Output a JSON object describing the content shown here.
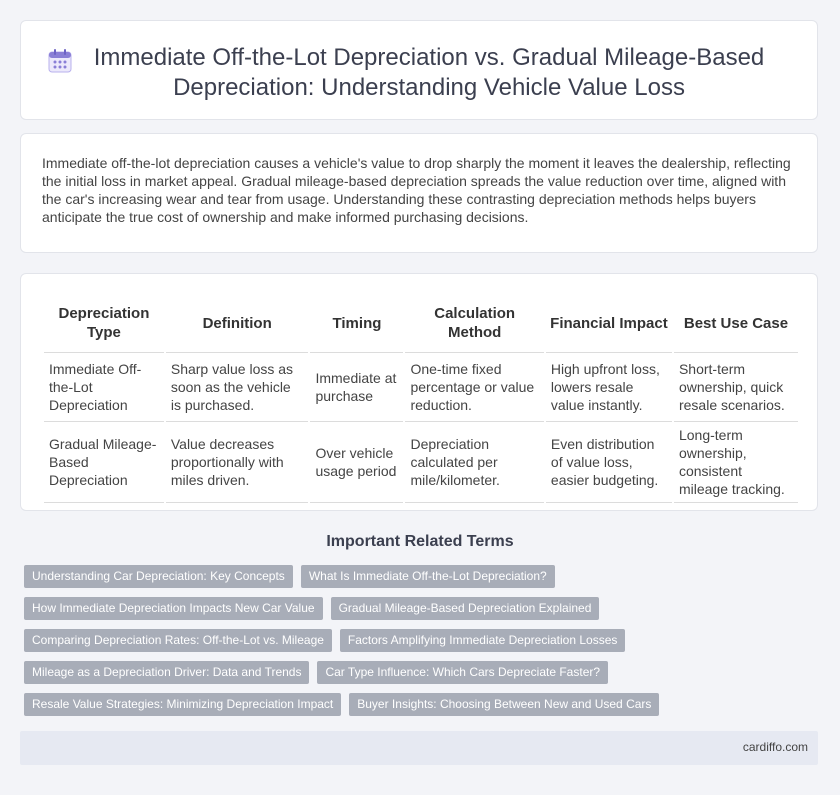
{
  "header": {
    "icon": "calendar-icon",
    "title": "Immediate Off-the-Lot Depreciation vs. Gradual Mileage-Based Depreciation: Understanding Vehicle Value Loss"
  },
  "intro": "Immediate off-the-lot depreciation causes a vehicle's value to drop sharply the moment it leaves the dealership, reflecting the initial loss in market appeal. Gradual mileage-based depreciation spreads the value reduction over time, aligned with the car's increasing wear and tear from usage. Understanding these contrasting depreciation methods helps buyers anticipate the true cost of ownership and make informed purchasing decisions.",
  "table": {
    "headers": [
      "Depreciation Type",
      "Definition",
      "Timing",
      "Calculation Method",
      "Financial Impact",
      "Best Use Case"
    ],
    "rows": [
      [
        "Immediate Off-the-Lot Depreciation",
        "Sharp value loss as soon as the vehicle is purchased.",
        "Immediate at purchase",
        "One-time fixed percentage or value reduction.",
        "High upfront loss, lowers resale value instantly.",
        "Short-term ownership, quick resale scenarios."
      ],
      [
        "Gradual Mileage-Based Depreciation",
        "Value decreases proportionally with miles driven.",
        "Over vehicle usage period",
        "Depreciation calculated per mile/kilometer.",
        "Even distribution of value loss, easier budgeting.",
        "Long-term ownership, consistent mileage tracking."
      ]
    ]
  },
  "related": {
    "heading": "Important Related Terms",
    "tags": [
      [
        "Understanding Car Depreciation: Key Concepts",
        "What Is Immediate Off-the-Lot Depreciation?"
      ],
      [
        "How Immediate Depreciation Impacts New Car Value",
        "Gradual Mileage-Based Depreciation Explained"
      ],
      [
        "Comparing Depreciation Rates: Off-the-Lot vs. Mileage",
        "Factors Amplifying Immediate Depreciation Losses"
      ],
      [
        "Mileage as a Depreciation Driver: Data and Trends",
        "Car Type Influence: Which Cars Depreciate Faster?"
      ],
      [
        "Resale Value Strategies: Minimizing Depreciation Impact",
        "Buyer Insights: Choosing Between New and Used Cars"
      ]
    ]
  },
  "footer": {
    "site": "cardiffo.com"
  },
  "colors": {
    "tag_bg": "#a8adb8",
    "footer_bg": "#e6e9f2",
    "icon_purple": "#8a7fd6"
  }
}
